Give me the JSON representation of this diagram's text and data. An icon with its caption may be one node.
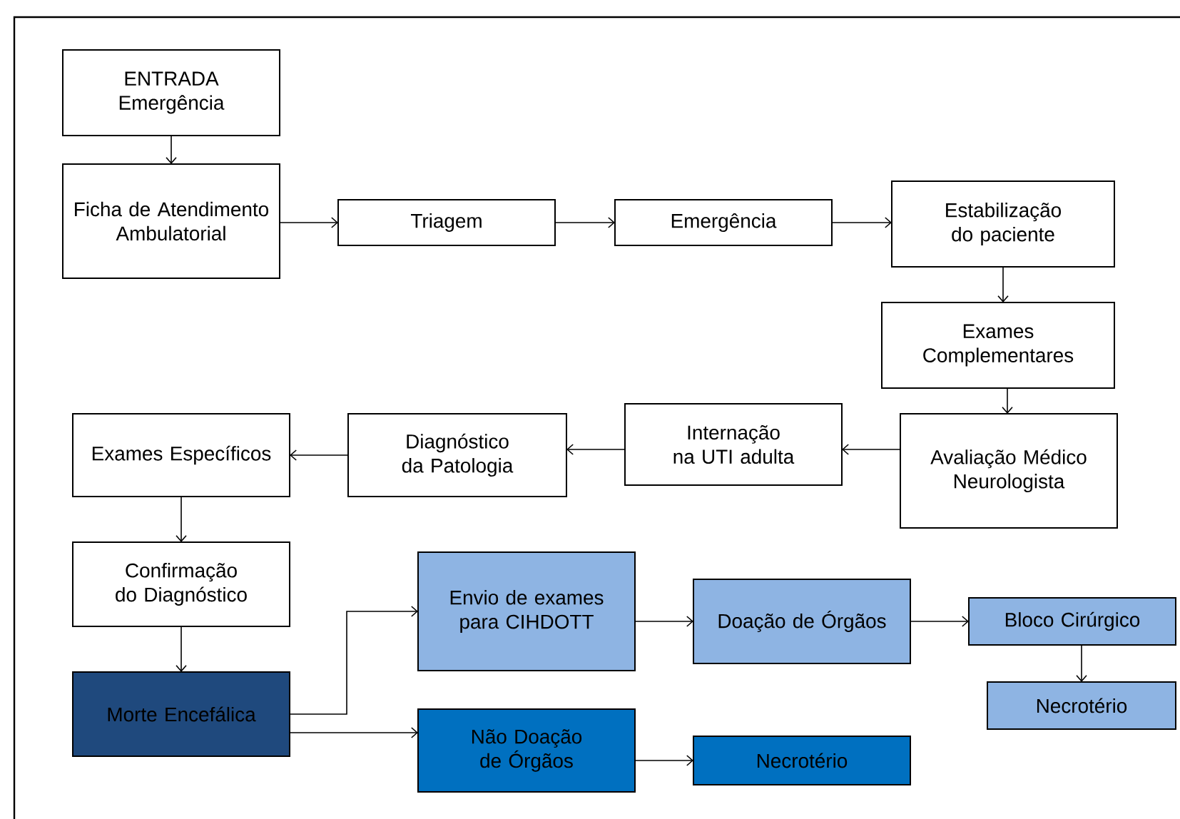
{
  "diagram": {
    "nodes": [
      {
        "text": [
          "ENTRADA",
          "Emergência"
        ]
      },
      {
        "text": [
          "Ficha de Atendimento Ambulatorial"
        ]
      },
      {
        "text": [
          "Triagem"
        ]
      },
      {
        "text": [
          "Emergência"
        ]
      },
      {
        "text": [
          "Estabilização do paciente"
        ]
      },
      {
        "text": [
          "Exames Complementares"
        ]
      },
      {
        "text": [
          "Avaliação Médico Neurologista"
        ]
      },
      {
        "text": [
          "Internação na UTI adulta"
        ]
      },
      {
        "text": [
          "Diagnóstico da Patologia"
        ]
      },
      {
        "text": [
          "Exames Específicos"
        ]
      },
      {
        "text": [
          "Confirmação do Diagnóstico"
        ]
      },
      {
        "text": [
          "Morte Encefálica"
        ]
      },
      {
        "text": [
          "Envio de exames para CIHDOTT"
        ]
      },
      {
        "text": [
          "Doação de Órgãos"
        ]
      },
      {
        "text": [
          "Bloco Cirúrgico"
        ]
      },
      {
        "text": [
          "Necrotério"
        ]
      },
      {
        "text": [
          "Não Doação de Órgãos"
        ]
      },
      {
        "text": [
          "Necrotério"
        ]
      }
    ],
    "edges": [
      {
        "from": 0,
        "to": 1,
        "arrow": "to"
      },
      {
        "from": 1,
        "to": 2,
        "arrow": "to"
      },
      {
        "from": 2,
        "to": 3,
        "arrow": "to"
      },
      {
        "from": 3,
        "to": 4,
        "arrow": "to"
      },
      {
        "from": 4,
        "to": 5,
        "arrow": "to"
      },
      {
        "from": 5,
        "to": 6,
        "arrow": "to"
      },
      {
        "from": 6,
        "to": 7,
        "arrow": "to"
      },
      {
        "from": 7,
        "to": 8,
        "arrow": "to"
      },
      {
        "from": 8,
        "to": 9,
        "arrow": "to"
      },
      {
        "from": 9,
        "to": 10,
        "arrow": "to"
      },
      {
        "from": 10,
        "to": 11,
        "arrow": "to"
      },
      {
        "from": 11,
        "to": 12,
        "arrow": "to"
      },
      {
        "from": 11,
        "to": 16,
        "arrow": "to"
      },
      {
        "from": 12,
        "to": 13,
        "arrow": "to"
      },
      {
        "from": 13,
        "to": 14,
        "arrow": "to"
      },
      {
        "from": 14,
        "to": 15,
        "arrow": "to"
      },
      {
        "from": 16,
        "to": 17,
        "arrow": "to"
      }
    ]
  }
}
